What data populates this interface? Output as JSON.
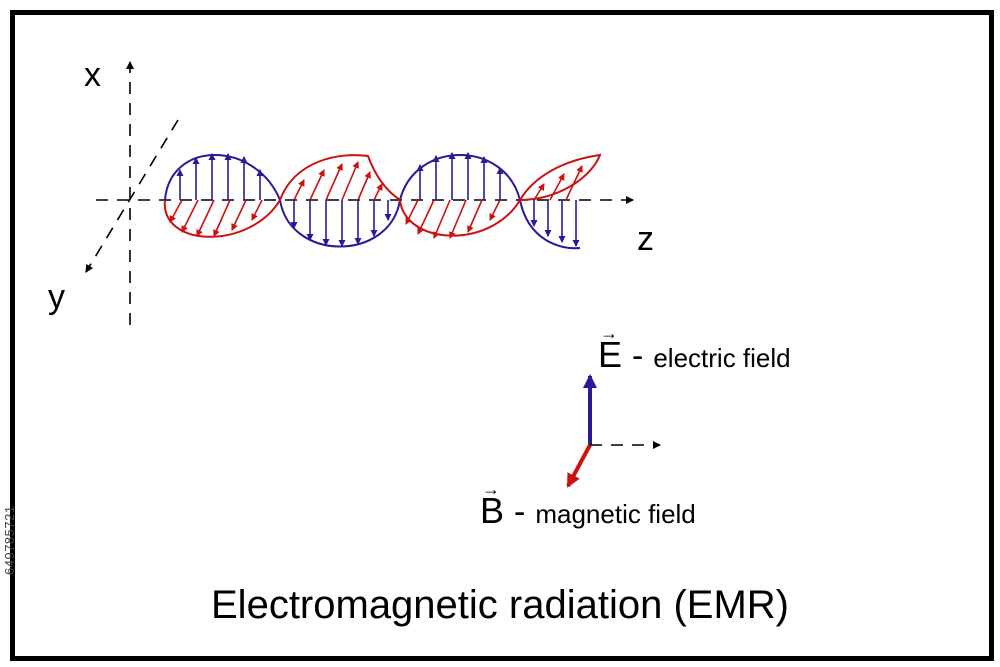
{
  "axes": {
    "x": "x",
    "y": "y",
    "z": "z"
  },
  "legend": {
    "electric": {
      "symbol": "E",
      "vector_mark": "→",
      "separator": "-",
      "label": "electric field",
      "color": "#2a1a9a"
    },
    "magnetic": {
      "symbol": "B",
      "vector_mark": "→",
      "separator": "-",
      "label": "magnetic field",
      "color": "#cc1111"
    }
  },
  "title": "Electromagnetic radiation (EMR)",
  "watermark_id": "649785721"
}
